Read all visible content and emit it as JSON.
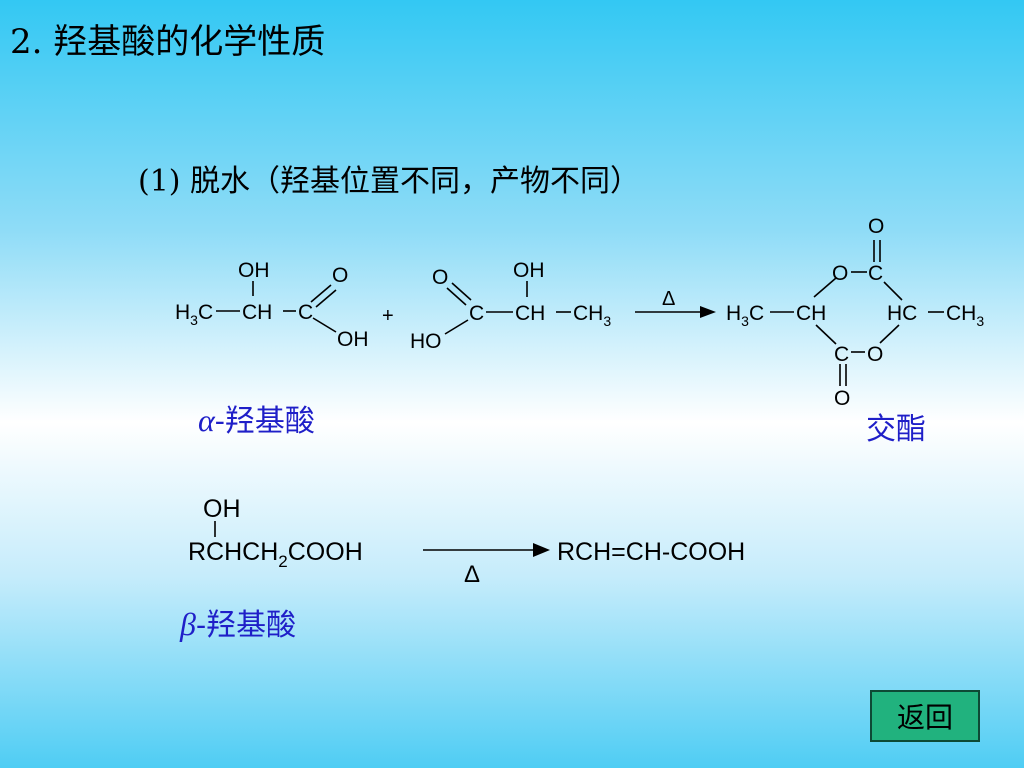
{
  "slide": {
    "title": "2.  羟基酸的化学性质",
    "subtitle": "(1)  脱水（羟基位置不同，产物不同）"
  },
  "reaction1": {
    "reactant1": {
      "oh_top": "OH",
      "h3c": "H3C",
      "ch": "CH",
      "c": "C",
      "o": "O",
      "oh": "OH"
    },
    "plus": "+",
    "reactant2": {
      "o": "O",
      "ho": "HO",
      "c": "C",
      "oh_top": "OH",
      "ch": "CH",
      "ch3": "CH3"
    },
    "condition": "Δ",
    "product": {
      "h3c": "H3C",
      "ch": "CH",
      "o_ring_top": "O",
      "c_top": "C",
      "o_carbonyl_top": "O",
      "hc": "HC",
      "ch3": "CH3",
      "c_bottom": "C",
      "o_ring_bottom": "O",
      "o_carbonyl_bottom": "O"
    },
    "reactant_label_greek": "α",
    "reactant_label_text": "-羟基酸",
    "product_label": "交酯"
  },
  "reaction2": {
    "oh_top": "OH",
    "reactant": "RCHCH2COOH",
    "condition": "Δ",
    "product": "RCH=CH-COOH",
    "reactant_label_greek": "β",
    "reactant_label_text": "-羟基酸"
  },
  "nav": {
    "back_label": "返回"
  },
  "colors": {
    "label_blue": "#1f1fc8",
    "button_green": "#21b27e"
  }
}
